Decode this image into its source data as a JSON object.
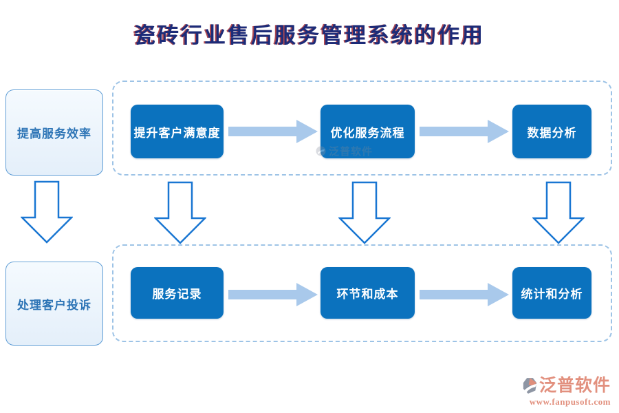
{
  "title": "瓷砖行业售后服务管理系统的作用",
  "left_boxes": [
    {
      "label": "提高服务效率"
    },
    {
      "label": "处理客户投诉"
    }
  ],
  "top_row": [
    {
      "label": "提升客户满意度"
    },
    {
      "label": "优化服务流程"
    },
    {
      "label": "数据分析"
    }
  ],
  "bottom_row": [
    {
      "label": "服务记录"
    },
    {
      "label": "环节和成本"
    },
    {
      "label": "统计和分析"
    }
  ],
  "watermark": {
    "text": "泛普软件"
  },
  "brand": {
    "name": "泛普软件",
    "url": "www.fanpusoft.com"
  },
  "colors": {
    "node_blue": "#0b72be",
    "arrow_light_blue": "#a9c9eb",
    "arrow_outline_blue": "#1976d2",
    "dashed_border": "#9dc3e6",
    "side_box_border": "#5b9bd5",
    "side_box_text": "#2e75b6",
    "title_navy": "#1c2b78",
    "title_red_shadow": "#9b1923",
    "logo_salmon": "#e2907e",
    "logo_gray": "#8e96a4"
  }
}
